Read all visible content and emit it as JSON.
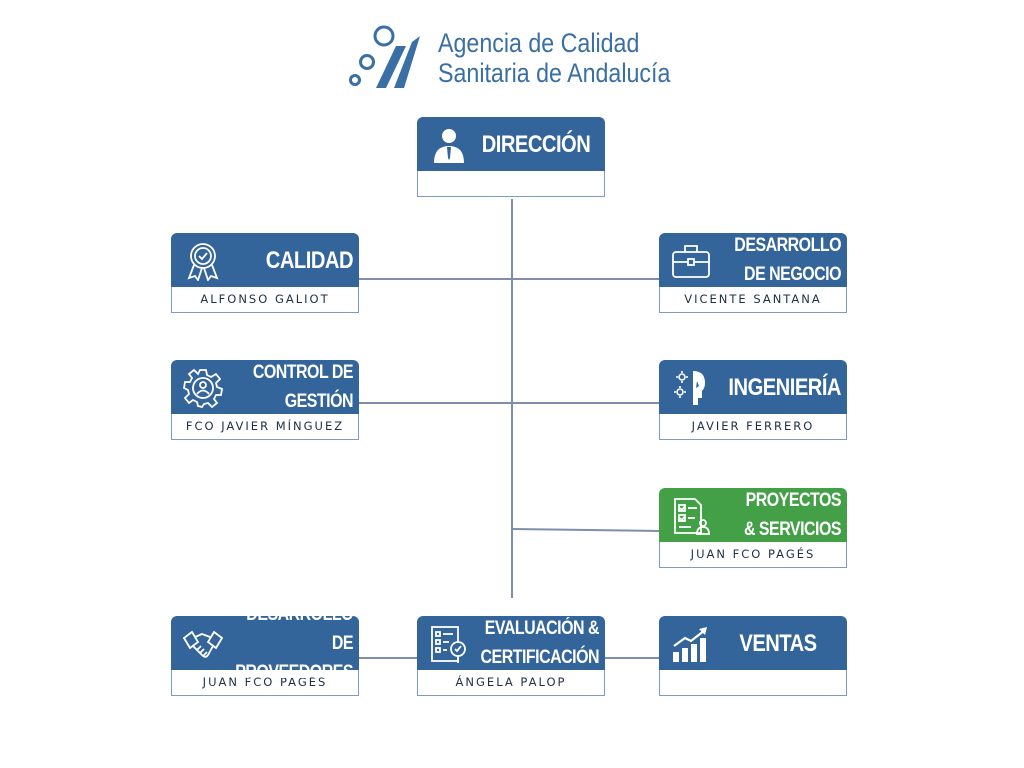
{
  "logo": {
    "line1": "Agencia de Calidad",
    "line2": "Sanitaria de Andalucía"
  },
  "colors": {
    "primary": "#33659a",
    "highlight": "#43a047",
    "connector": "#7f8fa8",
    "logo_text": "#3a6fa5"
  },
  "nodes": {
    "direccion": {
      "title": "DIRECCIÓN",
      "name": "",
      "icon": "manager-icon"
    },
    "calidad": {
      "title": "CALIDAD",
      "name": "ALFONSO GALIOT",
      "icon": "award-ribbon-icon"
    },
    "desarrollo_negocio": {
      "title": "DESARROLLO DE NEGOCIO",
      "name": "VICENTE SANTANA",
      "icon": "briefcase-icon"
    },
    "control_gestion": {
      "title": "CONTROL DE GESTIÓN",
      "name": "FCO JAVIER MÍNGUEZ",
      "icon": "gear-user-icon"
    },
    "ingenieria": {
      "title": "INGENIERÍA",
      "name": "JAVIER FERRERO",
      "icon": "engineering-head-icon"
    },
    "proyectos": {
      "title": "PROYECTOS & SERVICIOS",
      "name": "JUAN FCO PAGÉS",
      "icon": "project-checklist-icon"
    },
    "proveedores": {
      "title": "DESARROLLO DE PROVEEDORES",
      "name": "JUAN FCO PAGÉS",
      "icon": "handshake-icon"
    },
    "evaluacion": {
      "title": "EVALUACIÓN & CERTIFICACIÓN",
      "name": "ÁNGELA PALOP",
      "icon": "checklist-search-icon"
    },
    "ventas": {
      "title": "VENTAS",
      "name": "",
      "icon": "growth-chart-icon"
    }
  }
}
